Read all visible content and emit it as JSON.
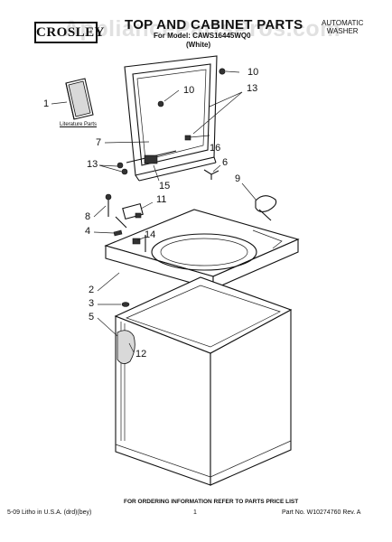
{
  "header": {
    "brand": "CROSLEY",
    "title": "TOP AND CABINET PARTS",
    "model_line": "For Model: CAWS16445WQ0",
    "color_line": "(White)",
    "product_type_line1": "AUTOMATIC",
    "product_type_line2": "WASHER",
    "watermark": "AppliancePartsPros.com"
  },
  "labels": {
    "literature_parts": "Literature Parts"
  },
  "callouts": {
    "c1": "1",
    "c2": "2",
    "c3": "3",
    "c4": "4",
    "c5": "5",
    "c6": "6",
    "c7": "7",
    "c8": "8",
    "c9": "9",
    "c10a": "10",
    "c10b": "10",
    "c11": "11",
    "c12": "12",
    "c13a": "13",
    "c13b": "13",
    "c14": "14",
    "c15": "15",
    "c16": "16"
  },
  "footer": {
    "ordering_note": "FOR ORDERING INFORMATION REFER TO PARTS PRICE LIST",
    "litho": "5-09 Litho in U.S.A. (drd)(bey)",
    "page": "1",
    "part_no": "Part No. W10274760 Rev. A"
  }
}
